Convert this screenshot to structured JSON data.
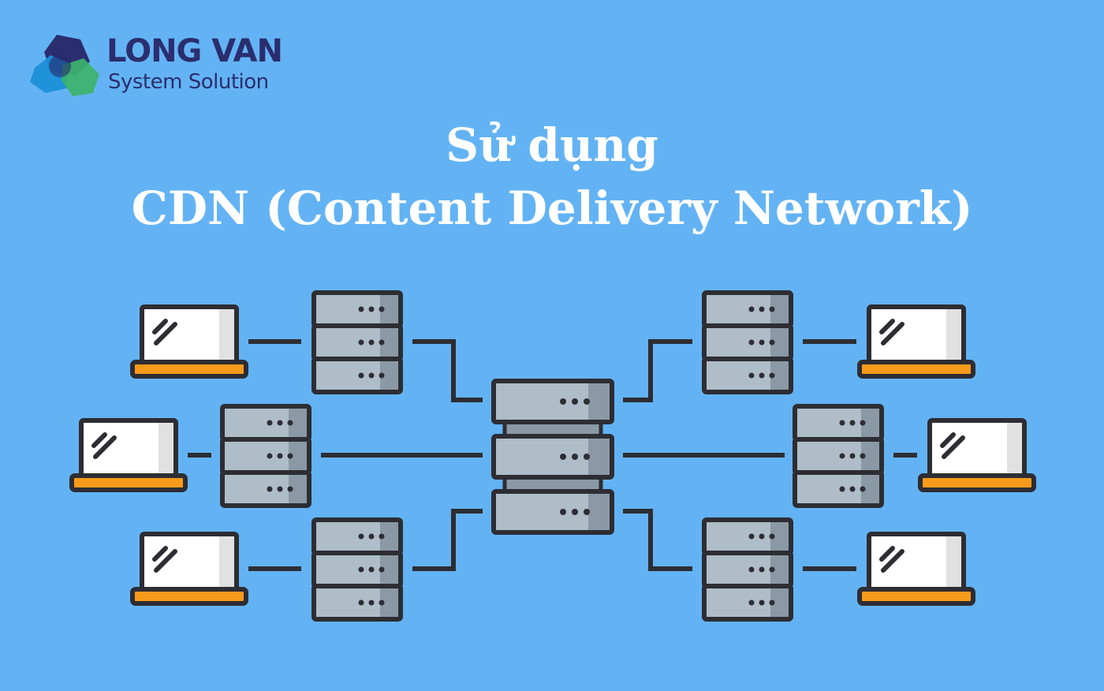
{
  "brand": {
    "line1": "LONG VAN",
    "line2": "System Solution",
    "colors": {
      "navy": "#2a2e6e",
      "blue": "#1a8fd6",
      "green": "#3db36b",
      "dark": "#27286a"
    }
  },
  "title": {
    "line1": "Sử dụng",
    "line2": "CDN (Content Delivery Network)"
  },
  "diagram": {
    "colors": {
      "background": "#63b3f4",
      "outline": "#2d2d33",
      "server_fill": "#aebdc8",
      "server_shade": "#8a99a5",
      "screen": "#ffffff",
      "screen_shade": "#e1e1e1",
      "laptop_base": "#f89a1c"
    },
    "nodes": [
      "origin-server",
      "edge-server",
      "laptop"
    ]
  }
}
